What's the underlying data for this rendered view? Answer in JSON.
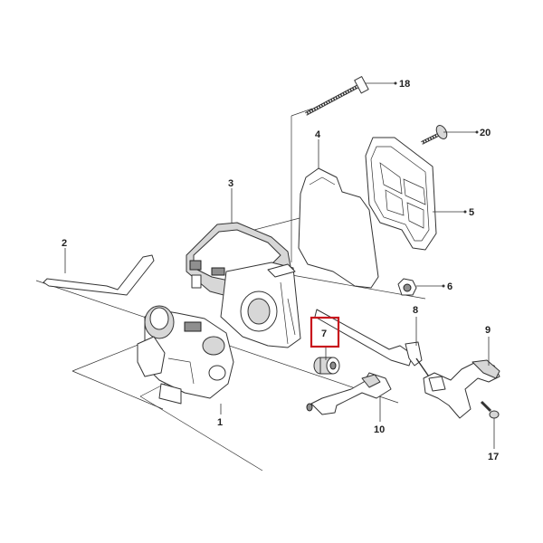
{
  "callouts": [
    {
      "id": "1",
      "text": "1"
    },
    {
      "id": "2",
      "text": "2"
    },
    {
      "id": "3",
      "text": "3"
    },
    {
      "id": "4",
      "text": "4"
    },
    {
      "id": "5",
      "text": "5"
    },
    {
      "id": "6",
      "text": "6"
    },
    {
      "id": "7",
      "text": "7"
    },
    {
      "id": "8",
      "text": "8"
    },
    {
      "id": "9",
      "text": "9"
    },
    {
      "id": "10",
      "text": "10"
    },
    {
      "id": "17",
      "text": "17"
    },
    {
      "id": "18",
      "text": "18"
    },
    {
      "id": "20",
      "text": "20"
    }
  ],
  "highlight": {
    "callout": "7",
    "color": "#c8161d"
  }
}
